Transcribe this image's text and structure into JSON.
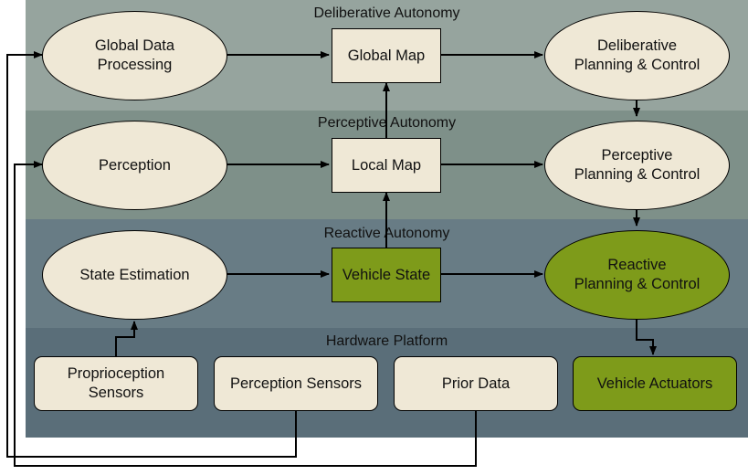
{
  "layers": {
    "deliberative": "Deliberative Autonomy",
    "perceptive": "Perceptive Autonomy",
    "reactive": "Reactive Autonomy",
    "hardware": "Hardware Platform"
  },
  "nodes": {
    "global_data_processing": "Global Data\nProcessing",
    "global_map": "Global Map",
    "deliberative_planning": "Deliberative\nPlanning & Control",
    "perception": "Perception",
    "local_map": "Local Map",
    "perceptive_planning": "Perceptive\nPlanning & Control",
    "state_estimation": "State Estimation",
    "vehicle_state": "Vehicle State",
    "reactive_planning": "Reactive\nPlanning & Control",
    "proprioception_sensors": "Proprioception\nSensors",
    "perception_sensors": "Perception Sensors",
    "prior_data": "Prior Data",
    "vehicle_actuators": "Vehicle Actuators"
  },
  "colors": {
    "deliberative_band": "#96a49e",
    "perceptive_band": "#7e9089",
    "reactive_band": "#687c85",
    "hardware_band": "#5a6e79",
    "node_fill": "#efe8d6",
    "active_fill": "#7e9b1a"
  }
}
